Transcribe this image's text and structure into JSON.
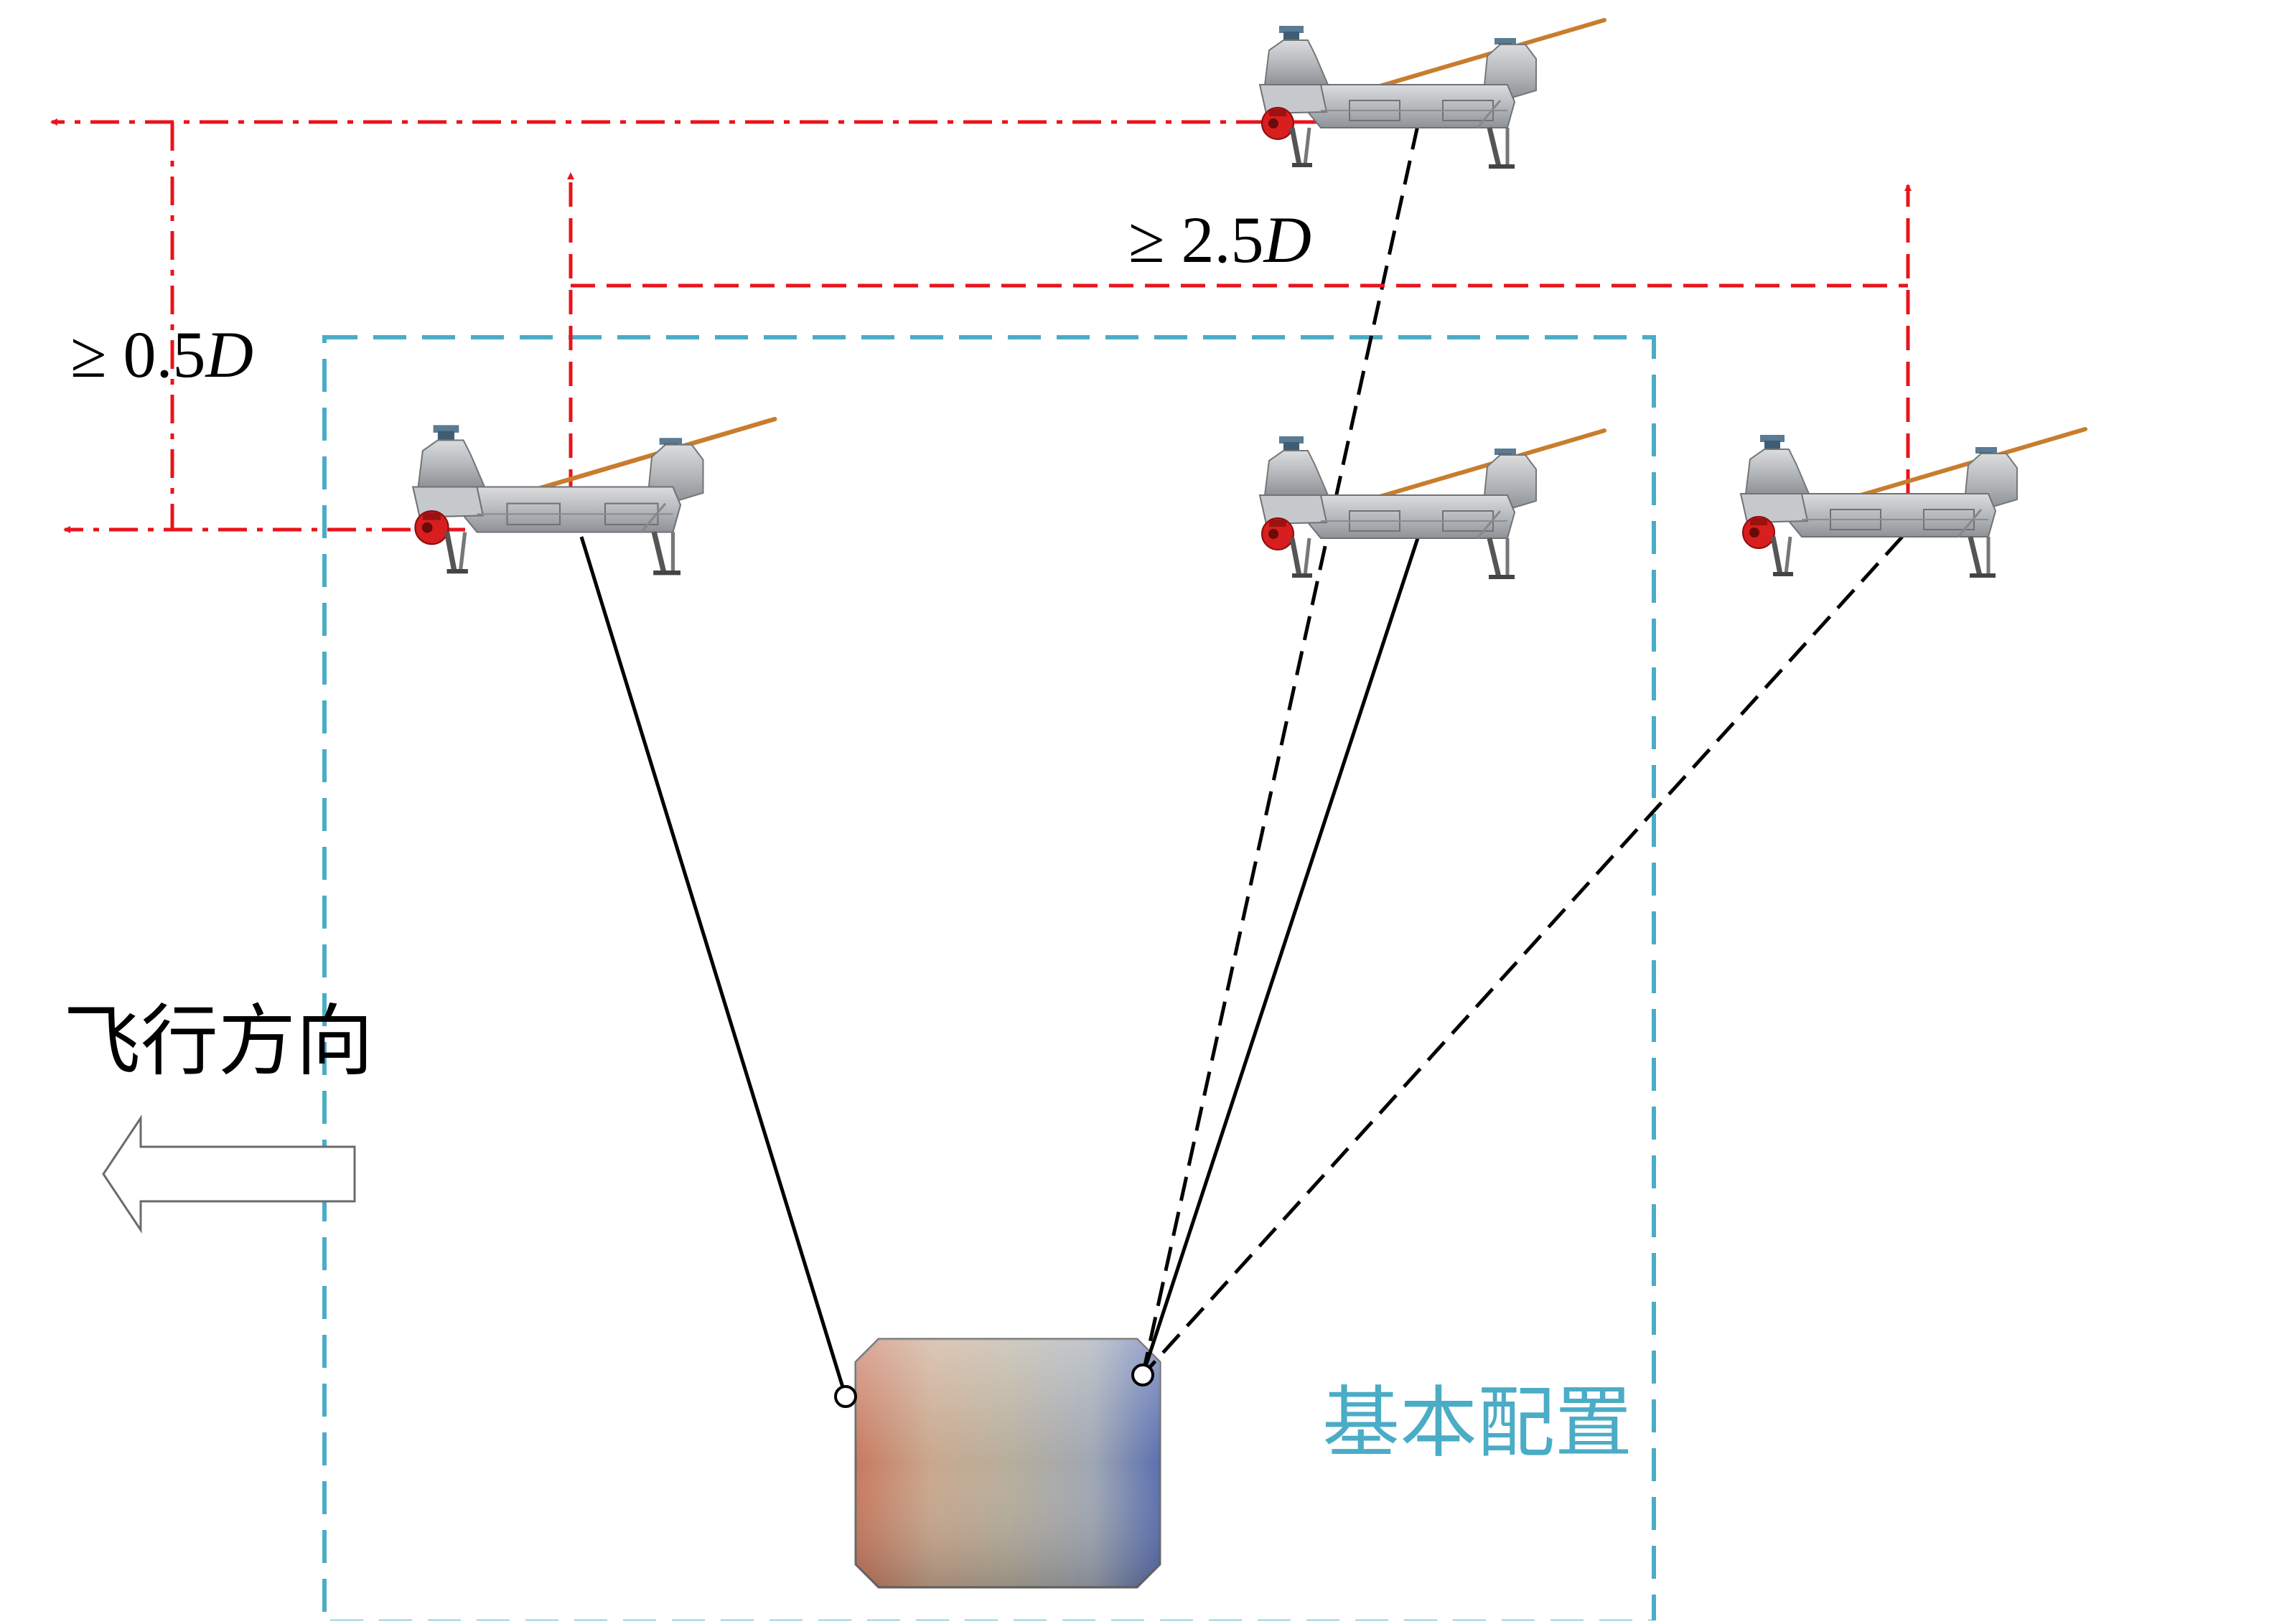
{
  "labels": {
    "min_vertical_separation": {
      "symbol": "≥ 0.5",
      "variable": "D"
    },
    "min_horizontal_separation": {
      "symbol": "≥ 2.5",
      "variable": "D"
    },
    "flight_direction": "飞行方向",
    "basic_configuration": "基本配置"
  },
  "colors": {
    "dimension_lines": "#E8141C",
    "configuration_box": "#4BACC6",
    "tethers": "#000000",
    "payload_left": "#C8795E",
    "payload_right": "#5A6FB0",
    "drone_body": "#B9BCBE",
    "rotor_blade": "#C87D2E",
    "gimbal": "#D81E1E"
  },
  "icons": {
    "direction_arrow": "left-hollow-arrow-icon",
    "drone": "tandem-rotor-drone-icon",
    "payload": "payload-block-icon",
    "attachment_point": "hook-point-icon"
  }
}
